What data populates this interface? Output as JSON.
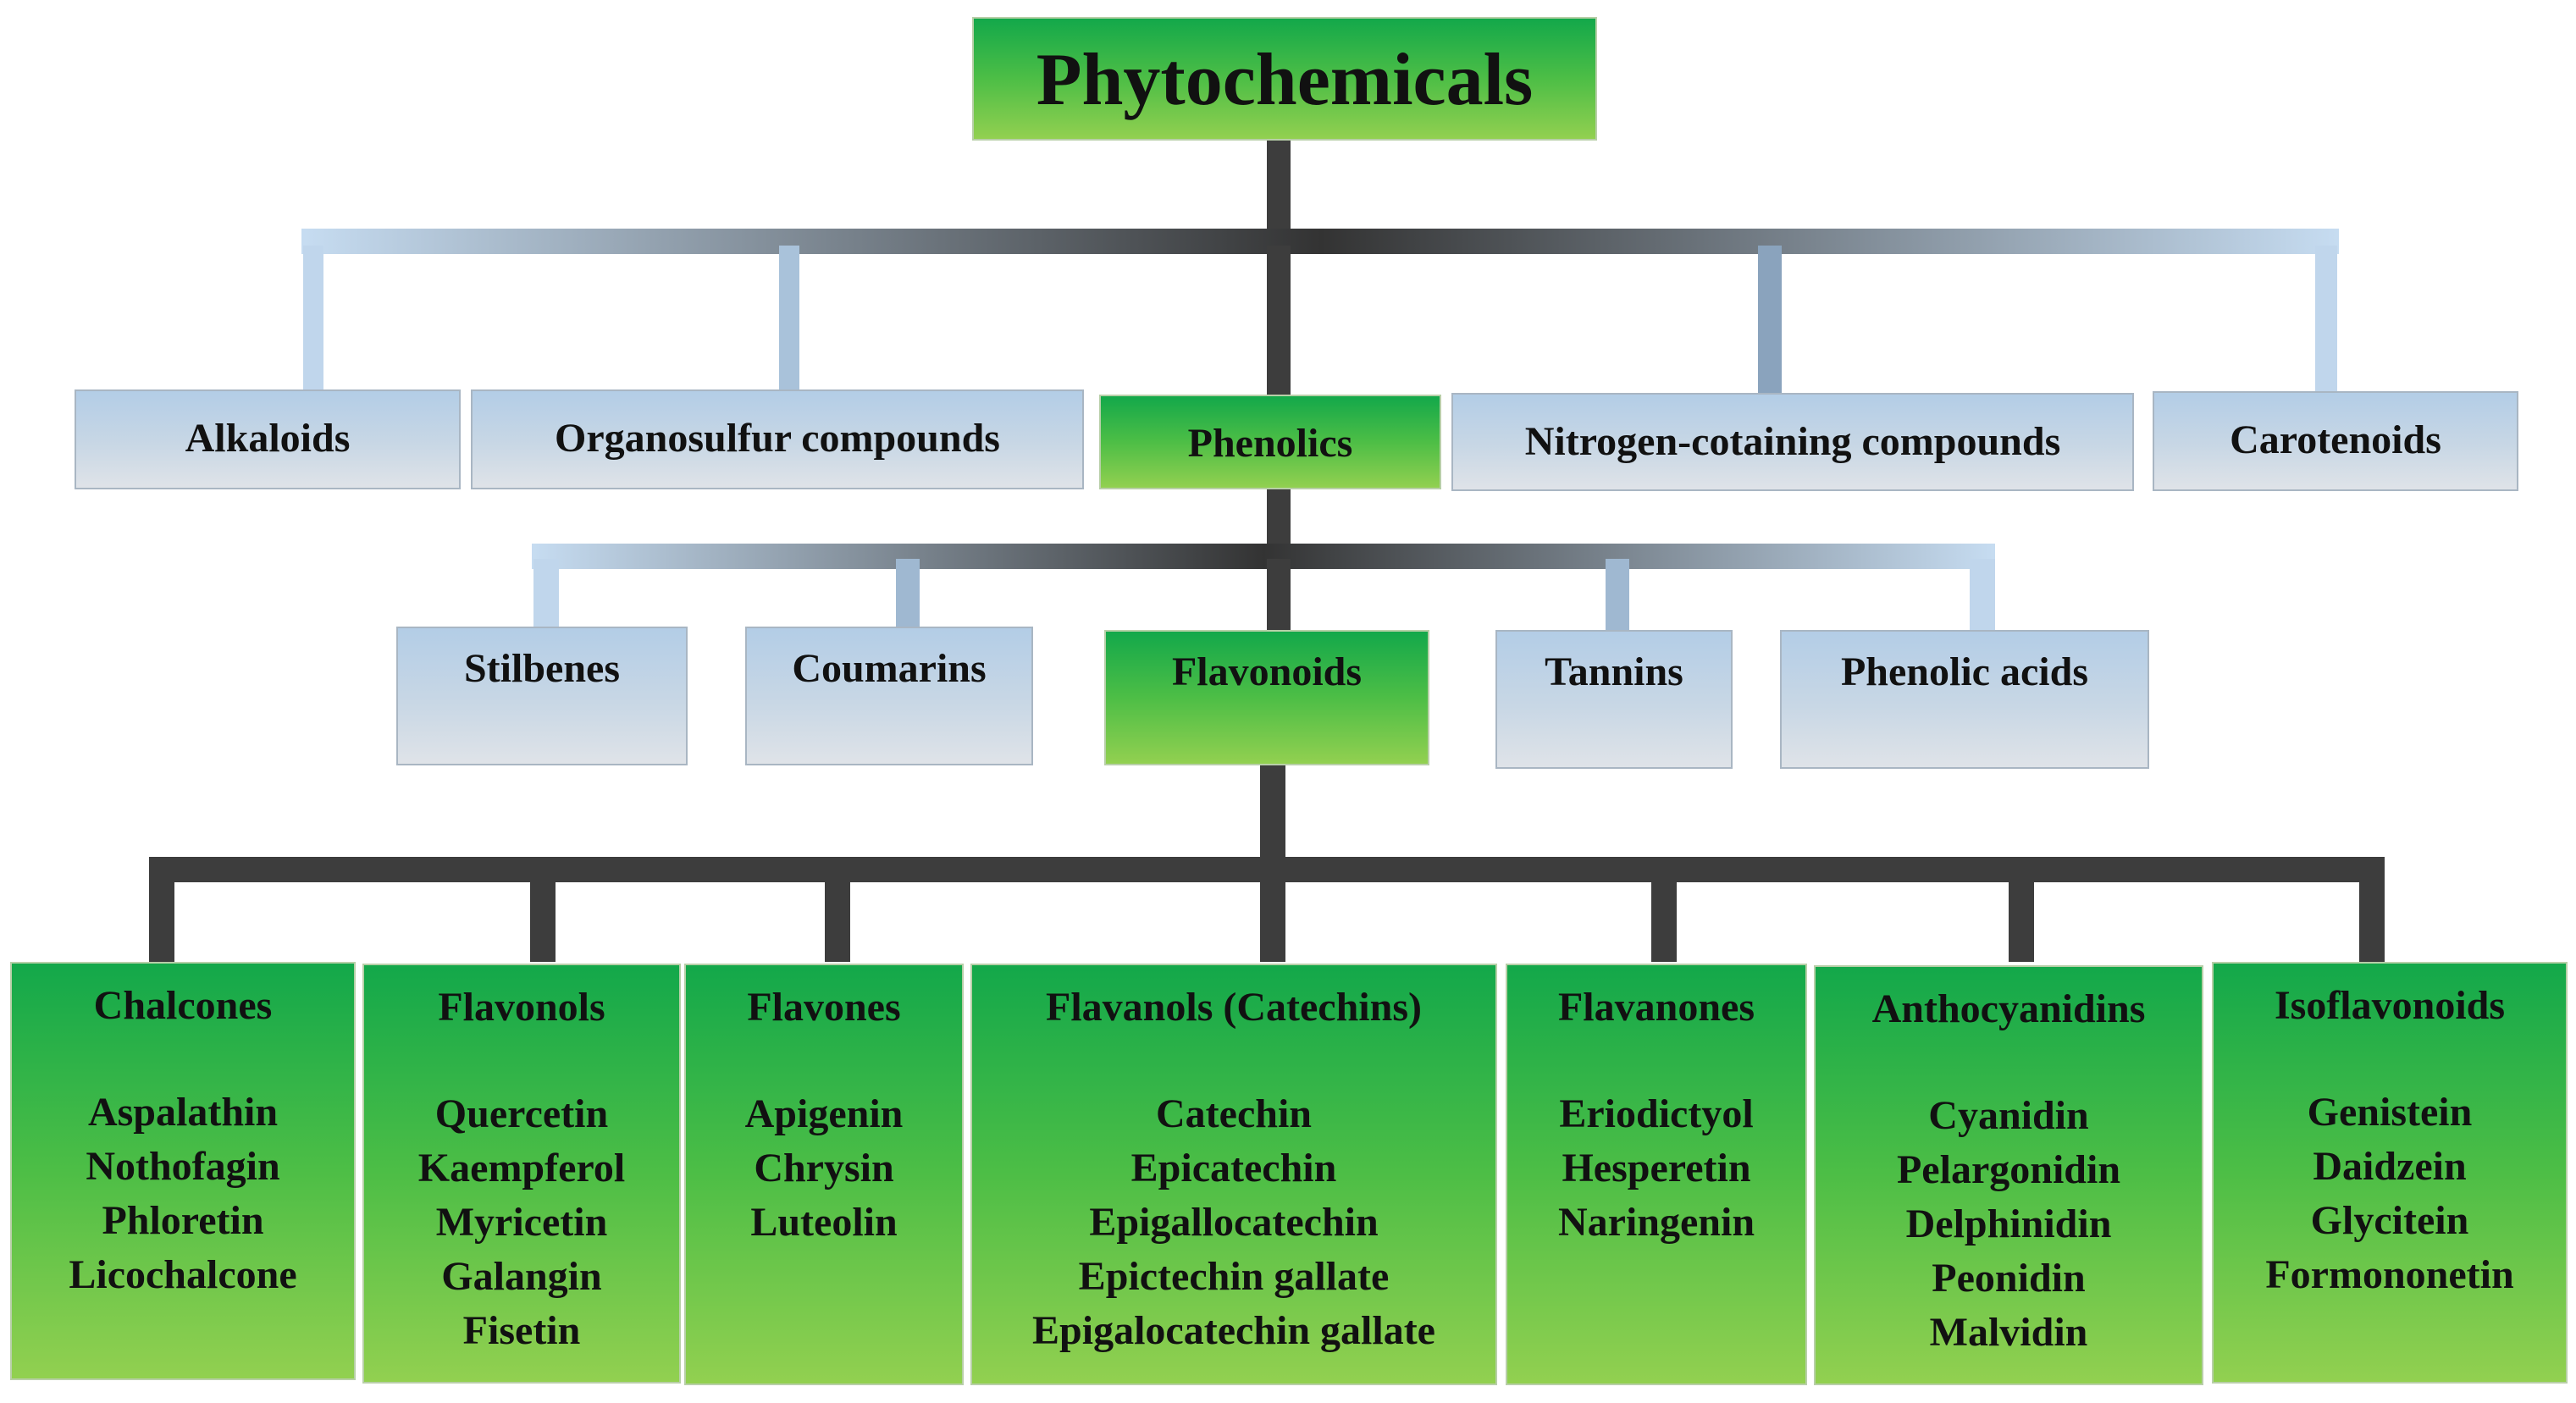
{
  "root": {
    "label": "Phytochemicals"
  },
  "categories": [
    {
      "label": "Alkaloids"
    },
    {
      "label": "Organosulfur compounds"
    },
    {
      "label": "Phenolics"
    },
    {
      "label": "Nitrogen-cotaining compounds"
    },
    {
      "label": "Carotenoids"
    }
  ],
  "phenolic_classes": [
    {
      "label": "Stilbenes"
    },
    {
      "label": "Coumarins"
    },
    {
      "label": "Flavonoids"
    },
    {
      "label": "Tannins"
    },
    {
      "label": "Phenolic acids"
    }
  ],
  "flavonoid_classes": [
    {
      "title": "Chalcones",
      "items": [
        "Aspalathin",
        "Nothofagin",
        "Phloretin",
        "Licochalcone"
      ]
    },
    {
      "title": "Flavonols",
      "items": [
        "Quercetin",
        "Kaempferol",
        "Myricetin",
        "Galangin",
        "Fisetin"
      ]
    },
    {
      "title": "Flavones",
      "items": [
        "Apigenin",
        "Chrysin",
        "Luteolin"
      ]
    },
    {
      "title": "Flavanols (Catechins)",
      "items": [
        "Catechin",
        "Epicatechin",
        "Epigallocatechin",
        "Epictechin gallate",
        "Epigalocatechin gallate"
      ]
    },
    {
      "title": "Flavanones",
      "items": [
        "Eriodictyol",
        "Hesperetin",
        "Naringenin"
      ]
    },
    {
      "title": "Anthocyanidins",
      "items": [
        "Cyanidin",
        "Pelargonidin",
        "Delphinidin",
        "Peonidin",
        "Malvidin"
      ]
    },
    {
      "title": "Isoflavonoids",
      "items": [
        "Genistein",
        "Daidzein",
        "Glycitein",
        "Formononetin"
      ]
    }
  ],
  "colors": {
    "highlight_box": "#3cb54a",
    "plain_box": "#c5d6e6",
    "connector_dark": "#3d3d3d",
    "connector_light": "#b8d4ef"
  }
}
